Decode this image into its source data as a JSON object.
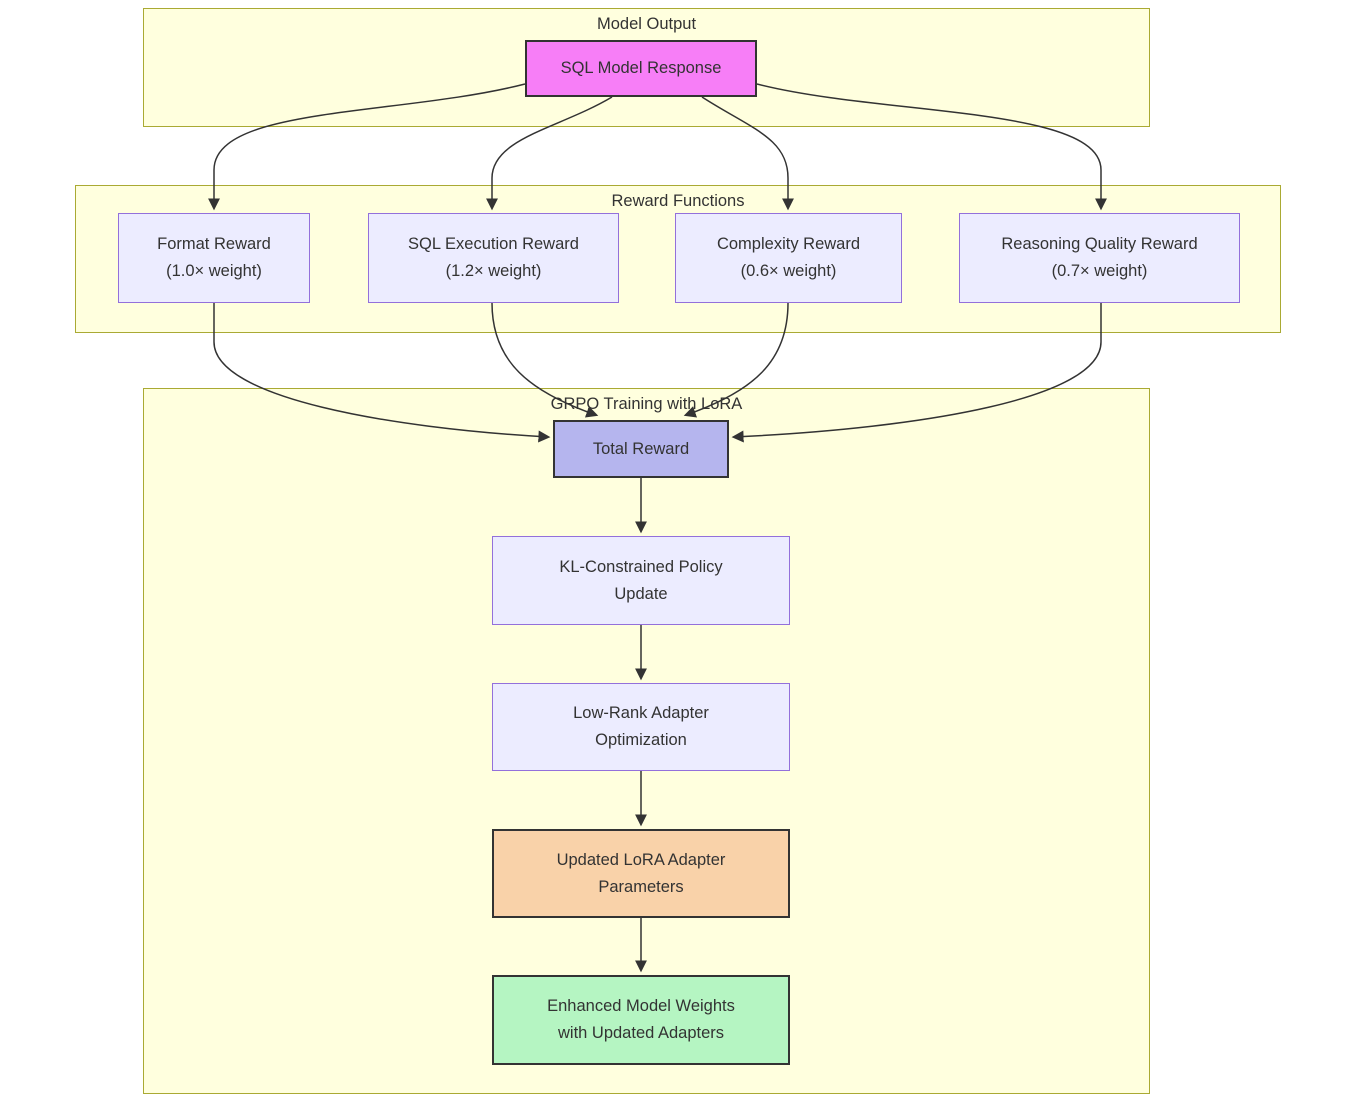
{
  "diagram": {
    "clusters": {
      "model_output": {
        "title": "Model Output"
      },
      "reward_functions": {
        "title": "Reward Functions"
      },
      "grpo_training": {
        "title": "GRPO Training with LoRA"
      }
    },
    "nodes": {
      "sql_model_response": {
        "line1": "SQL Model Response"
      },
      "format_reward": {
        "line1": "Format Reward",
        "line2": "(1.0× weight)"
      },
      "sql_execution_reward": {
        "line1": "SQL Execution Reward",
        "line2": "(1.2× weight)"
      },
      "complexity_reward": {
        "line1": "Complexity Reward",
        "line2": "(0.6× weight)"
      },
      "reasoning_quality_reward": {
        "line1": "Reasoning Quality Reward",
        "line2": "(0.7× weight)"
      },
      "total_reward": {
        "line1": "Total Reward"
      },
      "kl_policy_update": {
        "line1": "KL-Constrained Policy",
        "line2": "Update"
      },
      "lora_optimization": {
        "line1": "Low-Rank Adapter",
        "line2": "Optimization"
      },
      "updated_lora_params": {
        "line1": "Updated LoRA Adapter",
        "line2": "Parameters"
      },
      "enhanced_weights": {
        "line1": "Enhanced Model Weights",
        "line2": "with Updated Adapters"
      }
    },
    "edges": [
      {
        "from": "sql_model_response",
        "to": "format_reward"
      },
      {
        "from": "sql_model_response",
        "to": "sql_execution_reward"
      },
      {
        "from": "sql_model_response",
        "to": "complexity_reward"
      },
      {
        "from": "sql_model_response",
        "to": "reasoning_quality_reward"
      },
      {
        "from": "format_reward",
        "to": "total_reward"
      },
      {
        "from": "sql_execution_reward",
        "to": "total_reward"
      },
      {
        "from": "complexity_reward",
        "to": "total_reward"
      },
      {
        "from": "reasoning_quality_reward",
        "to": "total_reward"
      },
      {
        "from": "total_reward",
        "to": "kl_policy_update"
      },
      {
        "from": "kl_policy_update",
        "to": "lora_optimization"
      },
      {
        "from": "lora_optimization",
        "to": "updated_lora_params"
      },
      {
        "from": "updated_lora_params",
        "to": "enhanced_weights"
      }
    ],
    "colors": {
      "cluster_fill": "#ffffde",
      "cluster_border": "#aaaa33",
      "node_fill": "#ececff",
      "node_border": "#9370db",
      "magenta_fill": "#f77ef7",
      "total_fill": "#b5b5ee",
      "peach_fill": "#f9d2a9",
      "green_fill": "#b5f5c2",
      "dark_border": "#333333",
      "edge_color": "#333333",
      "text_color": "#333333"
    }
  }
}
